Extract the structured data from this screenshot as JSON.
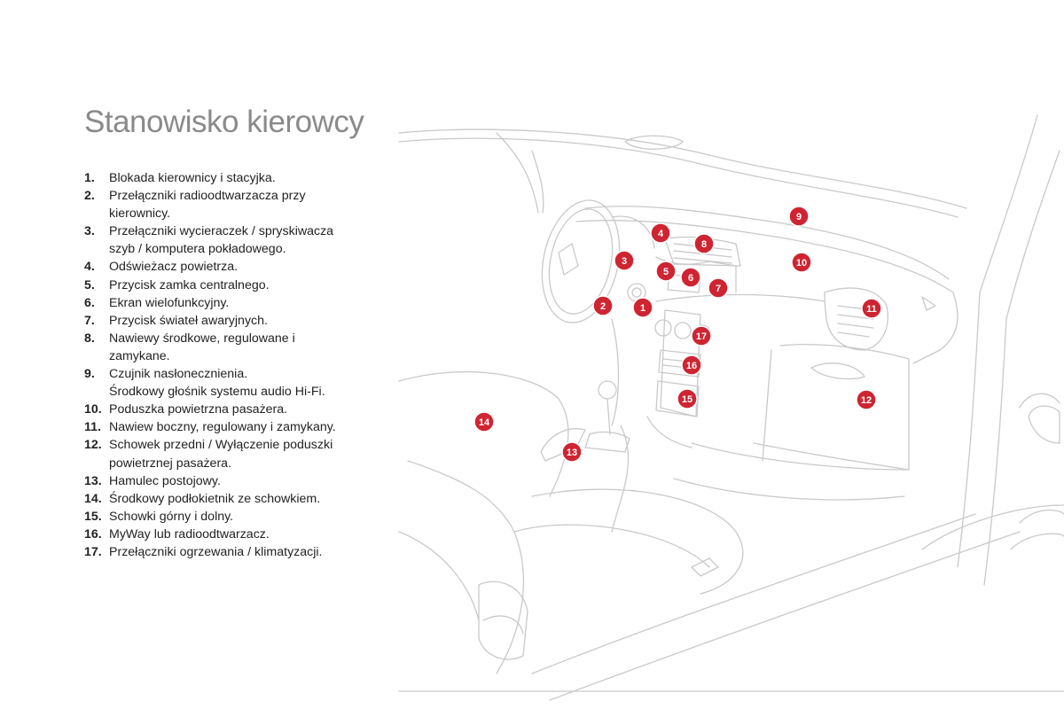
{
  "page": {
    "title": "Stanowisko kierowcy"
  },
  "legend": [
    {
      "num": "1.",
      "lines": [
        "Blokada kierownicy i stacyjka."
      ]
    },
    {
      "num": "2.",
      "lines": [
        "Przełączniki radioodtwarzacza przy",
        "kierownicy."
      ]
    },
    {
      "num": "3.",
      "lines": [
        "Przełączniki wycieraczek / spryskiwacza",
        "szyb / komputera pokładowego."
      ]
    },
    {
      "num": "4.",
      "lines": [
        "Odświeżacz powietrza."
      ]
    },
    {
      "num": "5.",
      "lines": [
        "Przycisk zamka centralnego."
      ]
    },
    {
      "num": "6.",
      "lines": [
        "Ekran wielofunkcyjny."
      ]
    },
    {
      "num": "7.",
      "lines": [
        "Przycisk świateł awaryjnych."
      ]
    },
    {
      "num": "8.",
      "lines": [
        "Nawiewy środkowe, regulowane i",
        "zamykane."
      ]
    },
    {
      "num": "9.",
      "lines": [
        "Czujnik nasłonecznienia.",
        "Środkowy głośnik systemu audio Hi-Fi."
      ]
    },
    {
      "num": "10.",
      "lines": [
        "Poduszka powietrzna pasażera."
      ]
    },
    {
      "num": "11.",
      "lines": [
        "Nawiew boczny, regulowany i zamykany."
      ]
    },
    {
      "num": "12.",
      "lines": [
        "Schowek przedni / Wyłączenie poduszki",
        "powietrznej pasażera."
      ]
    },
    {
      "num": "13.",
      "lines": [
        "Hamulec postojowy."
      ]
    },
    {
      "num": "14.",
      "lines": [
        "Środkowy podłokietnik ze schowkiem."
      ]
    },
    {
      "num": "15.",
      "lines": [
        "Schowki górny i dolny."
      ]
    },
    {
      "num": "16.",
      "lines": [
        "MyWay lub radioodtwarzacz."
      ]
    },
    {
      "num": "17.",
      "lines": [
        "Przełączniki ogrzewania / klimatyzacji."
      ]
    }
  ],
  "callouts": [
    "1",
    "2",
    "3",
    "4",
    "5",
    "6",
    "7",
    "8",
    "9",
    "10",
    "11",
    "12",
    "13",
    "14",
    "15",
    "16",
    "17"
  ],
  "colors": {
    "callout": "#cf2431",
    "title": "#8a8a8a",
    "line_art": "#c9c9c9"
  }
}
